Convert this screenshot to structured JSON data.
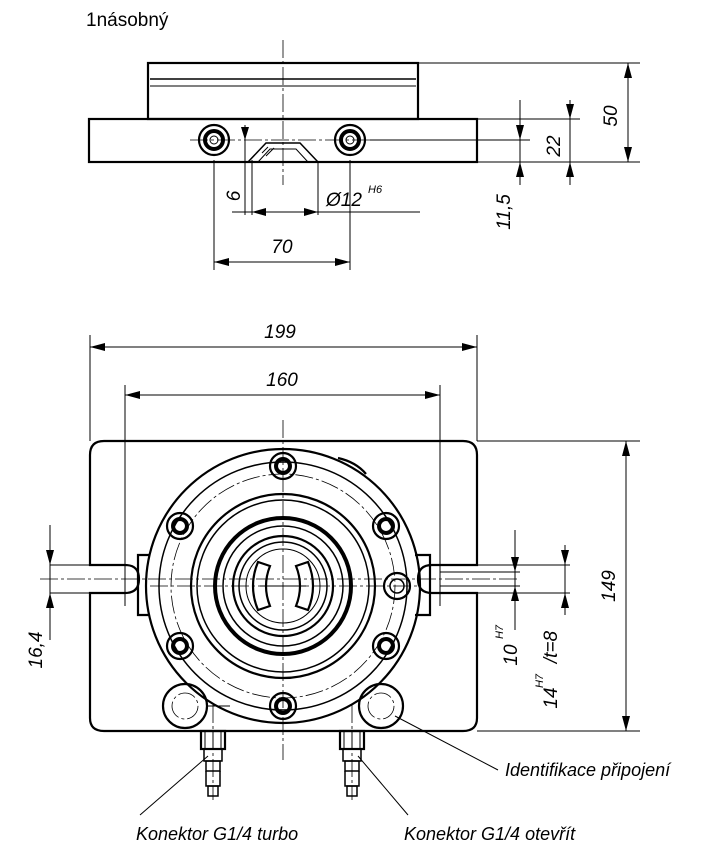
{
  "title": "1násobný",
  "dimensions": {
    "d50": "50",
    "d22": "22",
    "d11_5": "11,5",
    "d6": "6",
    "d12_main": "Ø12",
    "d12_tol": "H6",
    "d70": "70",
    "d199": "199",
    "d160": "160",
    "d149": "149",
    "d16_4": "16,4",
    "d10_main": "10",
    "d10_tol": "H7",
    "d14_main": "14",
    "d14_tol": "H7",
    "d14_suffix": "/t=8"
  },
  "labels": {
    "identification": "Identifikace připojení",
    "connector_turbo": "Konektor G1/4 turbo",
    "connector_open": "Konektor G1/4 otevřít"
  }
}
